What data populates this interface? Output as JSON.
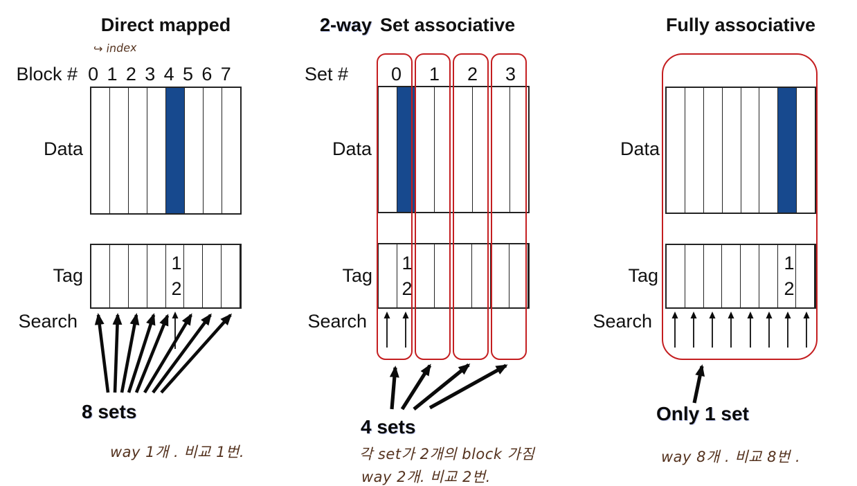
{
  "figure": {
    "description_labels": {
      "data": "Data",
      "tag": "Tag",
      "search": "Search"
    }
  },
  "colors": {
    "highlight_blue": "#17498E",
    "set_outline_red": "#C41E20",
    "handwriting_brown": "#54321E",
    "line_dark": "#222222"
  },
  "panels": {
    "direct": {
      "title": "Direct mapped",
      "index_annotation": "↪ index",
      "row_label": "Block #",
      "col_numbers": [
        "0",
        "1",
        "2",
        "3",
        "4",
        "5",
        "6",
        "7"
      ],
      "data_label": "Data",
      "tag_label": "Tag",
      "search_label": "Search",
      "tag_entry_top": "1",
      "tag_entry_bottom": "2",
      "sets_label": "8 sets",
      "note": "way 1개 . 비교 1번."
    },
    "set_assoc": {
      "title_handwritten": "2-way",
      "title": "Set associative",
      "row_label": "Set #",
      "col_numbers": [
        "0",
        "1",
        "2",
        "3"
      ],
      "data_label": "Data",
      "tag_label": "Tag",
      "search_label": "Search",
      "tag_entry_top": "1",
      "tag_entry_bottom": "2",
      "sets_label": "4 sets",
      "note_line1": "각 set가  2개의  block 가짐",
      "note_line2": "way 2개.  비교 2번."
    },
    "fully": {
      "title": "Fully associative",
      "data_label": "Data",
      "tag_label": "Tag",
      "search_label": "Search",
      "tag_entry_top": "1",
      "tag_entry_bottom": "2",
      "sets_label": "Only 1 set",
      "note": "way 8개 .  비교 8번 ."
    }
  }
}
